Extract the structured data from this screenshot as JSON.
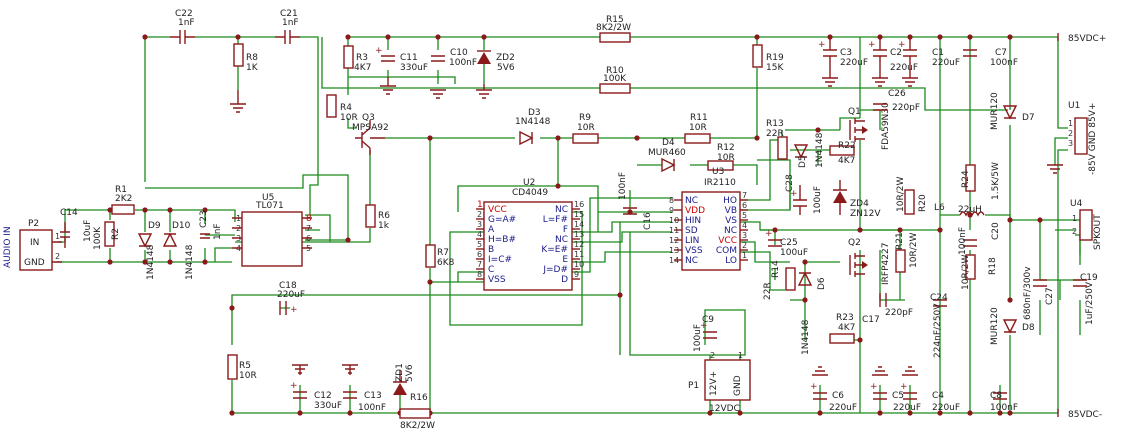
{
  "nets": {
    "vplus": "85VDC+",
    "vminus": "85VDC-"
  },
  "connectors": {
    "p2": {
      "ref": "P2",
      "title": "AUDIO IN",
      "pin_in": "IN",
      "pin_gnd": "GND",
      "n1": "1",
      "n2": "2"
    },
    "p1": {
      "ref": "P1",
      "pin1": "GND",
      "pin2": "12V+",
      "n1": "1",
      "n2": "2",
      "note": "12VDC"
    },
    "u1": {
      "ref": "U1",
      "label": "-85V GND 85V+",
      "n1": "1",
      "n2": "2",
      "n3": "3"
    },
    "u4": {
      "ref": "U4",
      "label": "SPKOUT",
      "n1": "1",
      "n2": "2"
    }
  },
  "u5": {
    "ref": "U5",
    "name": "TL071",
    "pins": [
      "1",
      "2",
      "3",
      "4",
      "5",
      "6",
      "7",
      "8"
    ]
  },
  "u2": {
    "ref": "U2",
    "name": "CD4049",
    "left": [
      "VCC",
      "G=A#",
      "A",
      "H=B#",
      "B",
      "I=C#",
      "C",
      "VSS"
    ],
    "left_nums": [
      "1",
      "2",
      "3",
      "4",
      "5",
      "6",
      "7",
      "8"
    ],
    "right": [
      "NC",
      "L=F#",
      "F",
      "NC",
      "K=E#",
      "E",
      "J=D#",
      "D"
    ],
    "right_nums": [
      "16",
      "15",
      "14",
      "13",
      "12",
      "11",
      "10",
      "9"
    ]
  },
  "u3": {
    "ref": "U3",
    "name": "IR2110",
    "left": [
      "NC",
      "VDD",
      "HIN",
      "SD",
      "LIN",
      "VSS",
      "NC"
    ],
    "left_nums": [
      "8",
      "9",
      "10",
      "11",
      "12",
      "13",
      "14"
    ],
    "right": [
      "HO",
      "VB",
      "VS",
      "NC",
      "VCC",
      "COM",
      "LO"
    ],
    "right_nums": [
      "7",
      "6",
      "5",
      "4",
      "3",
      "2",
      "1"
    ]
  },
  "parts": {
    "c22": {
      "ref": "C22",
      "val": "1nF"
    },
    "c21": {
      "ref": "C21",
      "val": "1nF"
    },
    "r8": {
      "ref": "R8",
      "val": "1K"
    },
    "r3": {
      "ref": "R3",
      "val": "4K7"
    },
    "c11": {
      "ref": "C11",
      "val": "330uF"
    },
    "c10": {
      "ref": "C10",
      "val": "100nF"
    },
    "zd2": {
      "ref": "ZD2",
      "val": "5V6"
    },
    "r15": {
      "ref": "R15",
      "val": "8K2/2W"
    },
    "r19": {
      "ref": "R19",
      "val": "15K"
    },
    "c3": {
      "ref": "C3",
      "val": "220uF"
    },
    "c2": {
      "ref": "C2",
      "val": "220uF"
    },
    "c1": {
      "ref": "C1",
      "val": "220uF"
    },
    "c7": {
      "ref": "C7",
      "val": "100nF"
    },
    "r10": {
      "ref": "R10",
      "val": "100K"
    },
    "r4": {
      "ref": "R4",
      "val": "10R"
    },
    "q3": {
      "ref": "Q3",
      "val": "MPSA92"
    },
    "d3": {
      "ref": "D3",
      "val": "1N4148"
    },
    "r9": {
      "ref": "R9",
      "val": "10R"
    },
    "r11": {
      "ref": "R11",
      "val": "10R"
    },
    "q1": {
      "ref": "Q1",
      "val": "FDA59N30"
    },
    "c26": {
      "ref": "C26",
      "val": "220pF"
    },
    "r13": {
      "ref": "R13",
      "val": "22R"
    },
    "d5": {
      "ref": "D5",
      "val": "1N4148"
    },
    "r22": {
      "ref": "R22",
      "val": "4K7"
    },
    "d7": {
      "ref": "D7",
      "val": "MUR120"
    },
    "d4": {
      "ref": "D4",
      "val": "MUR460"
    },
    "r12": {
      "ref": "R12",
      "val": "10R"
    },
    "r1": {
      "ref": "R1",
      "val": "2K2"
    },
    "c14": {
      "ref": "C14",
      "val": "10uF"
    },
    "r2": {
      "ref": "R2",
      "val": "100K"
    },
    "d9": {
      "ref": "D9",
      "val": "1N4148"
    },
    "d10": {
      "ref": "D10",
      "val": "1N4148"
    },
    "c23": {
      "ref": "C23",
      "val": "1nF"
    },
    "r6": {
      "ref": "R6",
      "val": "1k"
    },
    "c16": {
      "ref": "C16",
      "val": "100nF"
    },
    "c28": {
      "ref": "C28",
      "val": "100uF"
    },
    "zd4": {
      "ref": "ZD4",
      "val": "ZN12V"
    },
    "r20": {
      "ref": "R20",
      "val": "10R/2W"
    },
    "r24": {
      "ref": "R24",
      "val": "1.5K/5W"
    },
    "l6": {
      "ref": "L6",
      "val": "22uH"
    },
    "c25": {
      "ref": "C25",
      "val": "100uF"
    },
    "q2": {
      "ref": "Q2",
      "val": "IRFP4227"
    },
    "r21": {
      "ref": "R21",
      "val": "10R/2W"
    },
    "c20": {
      "ref": "C20",
      "val": "100nF"
    },
    "r7": {
      "ref": "R7",
      "val": "6K8"
    },
    "c18": {
      "ref": "C18",
      "val": "220uF"
    },
    "r14": {
      "ref": "R14",
      "val": "22R"
    },
    "d6": {
      "ref": "D6",
      "val": "1N4148"
    },
    "r18": {
      "ref": "R18",
      "val": "10R/2W"
    },
    "c27": {
      "ref": "C27",
      "val": "680nF/300v"
    },
    "c19": {
      "ref": "C19",
      "val": "1uF/250V"
    },
    "c17": {
      "ref": "C17",
      "val": "220pF"
    },
    "c24": {
      "ref": "C24",
      "val": "224nF/250V"
    },
    "d8": {
      "ref": "D8",
      "val": "MUR120"
    },
    "c9": {
      "ref": "C9",
      "val": "100uF"
    },
    "r23": {
      "ref": "R23",
      "val": "4K7"
    },
    "r5": {
      "ref": "R5",
      "val": "10R"
    },
    "zd1": {
      "ref": "ZD1",
      "val": "5V6"
    },
    "c12": {
      "ref": "C12",
      "val": "330uF"
    },
    "c13": {
      "ref": "C13",
      "val": "100nF"
    },
    "r16": {
      "ref": "R16",
      "val": "8K2/2W"
    },
    "c6": {
      "ref": "C6",
      "val": "220uF"
    },
    "c5": {
      "ref": "C5",
      "val": "220uF"
    },
    "c4": {
      "ref": "C4",
      "val": "220uF"
    },
    "c8": {
      "ref": "C8",
      "val": "100nF"
    }
  }
}
